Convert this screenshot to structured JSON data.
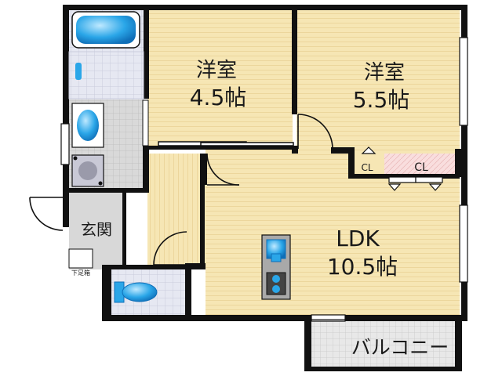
{
  "rooms": {
    "western1": {
      "name": "洋室",
      "size": "4.5帖"
    },
    "western2": {
      "name": "洋室",
      "size": "5.5帖"
    },
    "ldk": {
      "name": "LDK",
      "size": "10.5帖"
    },
    "entrance": {
      "name": "玄関"
    },
    "shoe_box": {
      "name": "下足箱"
    },
    "closet1": {
      "name": "CL"
    },
    "closet2": {
      "name": "CL"
    },
    "balcony": {
      "name": "バルコニー"
    }
  },
  "colors": {
    "room_floor": "#f6e6b4",
    "floor_lines": "#eed9a0",
    "wet_area": "#e4e4ee",
    "closet": "#f9dede",
    "fixture": "#2aa6e8",
    "wall": "#111111",
    "entrance_floor": "#d8d8d8"
  }
}
